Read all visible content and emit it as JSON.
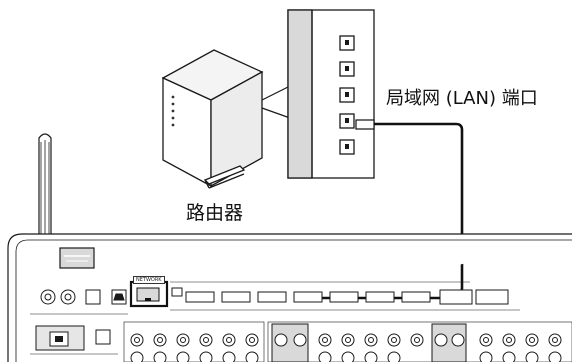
{
  "labels": {
    "router": "路由器",
    "lan_port": "局域网 (LAN) 端口",
    "network": "NETWORK"
  },
  "components": {
    "router": "router",
    "router_port_panel": "router-lan-port-panel",
    "antenna": "wireless-antenna",
    "receiver": "av-receiver-rear-panel",
    "cable": "lan-cable"
  },
  "colors": {
    "line": "#1a1a1a",
    "panel_fill": "#ffffff",
    "panel_shade": "#d9d9d9",
    "cable": "#111111"
  }
}
